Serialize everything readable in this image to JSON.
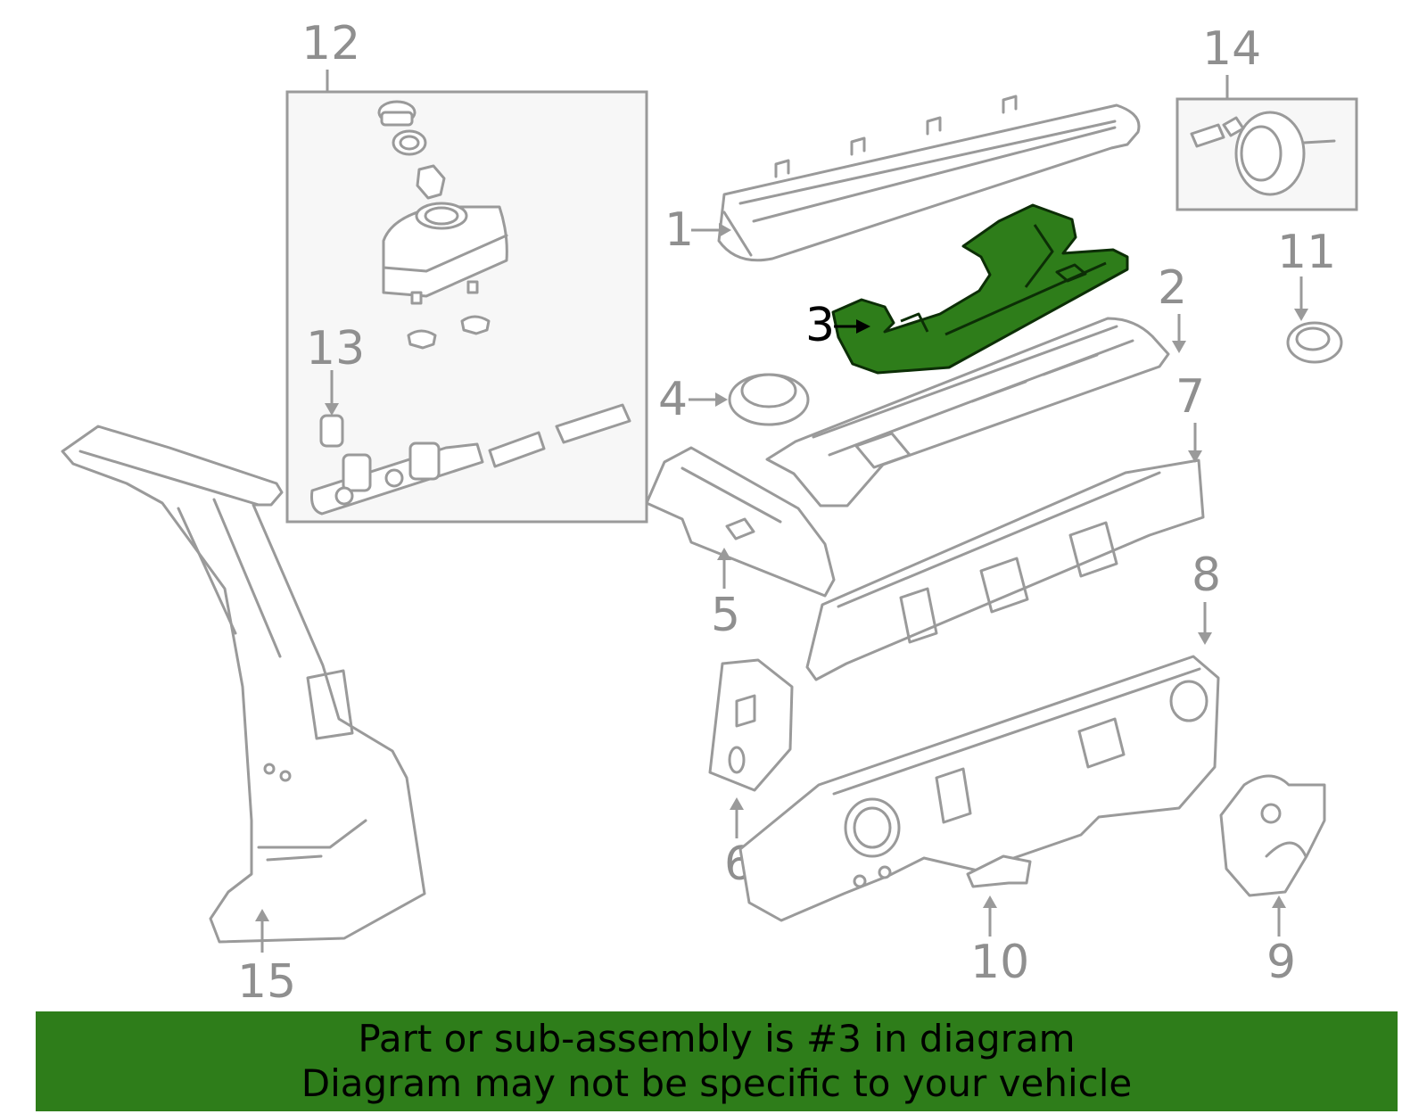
{
  "callouts": [
    "1",
    "2",
    "3",
    "4",
    "5",
    "6",
    "7",
    "8",
    "9",
    "10",
    "11",
    "12",
    "13",
    "14",
    "15"
  ],
  "highlighted_part": "3",
  "colors": {
    "highlight": "#2e7d1a",
    "line": "#9a9a9a",
    "banner": "#2e7d1a",
    "callout_text": "#8f8f8f"
  },
  "banner": {
    "line1": "Part or sub-assembly is #3 in diagram",
    "line2": "Diagram may not be specific to your vehicle"
  }
}
